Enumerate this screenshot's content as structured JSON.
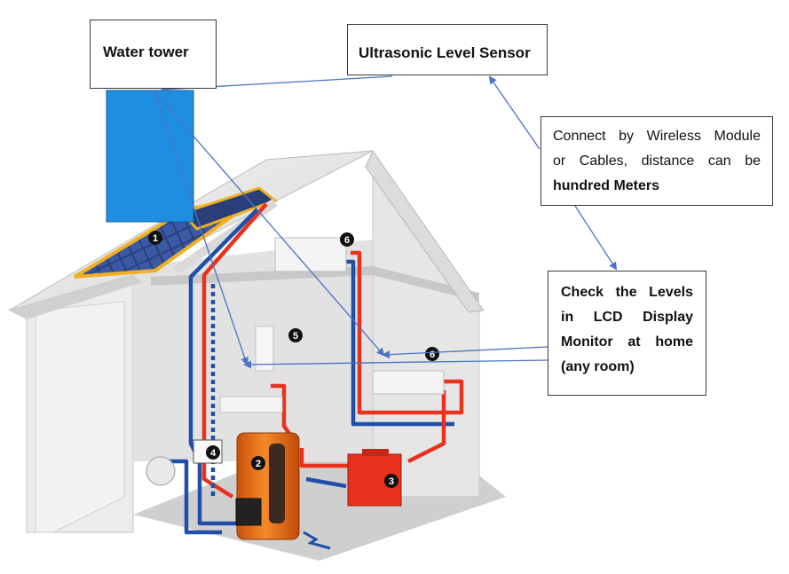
{
  "callouts": {
    "water_tower": "Water tower",
    "sensor": "Ultrasonic Level Sensor",
    "wireless": {
      "line1": "Connect by Wireless Module",
      "line2": "or Cables, distance can be",
      "line3": "hundred Meters"
    },
    "lcd": {
      "line1": "Check the Levels",
      "line2": "in LCD Display",
      "line3": "Monitor at home",
      "line4": "(any room)"
    }
  },
  "markers": [
    "1",
    "2",
    "3",
    "4",
    "5",
    "6",
    "6"
  ],
  "colors": {
    "tower": "#1e8fe0",
    "hot_pipe": "#e8321e",
    "cold_pipe": "#1f4fa8",
    "arrow": "#4a72c4",
    "tank": "#ec6a12",
    "boiler": "#e8321e",
    "solar_frame": "#f0b020",
    "wall": "#e9e9e9"
  }
}
